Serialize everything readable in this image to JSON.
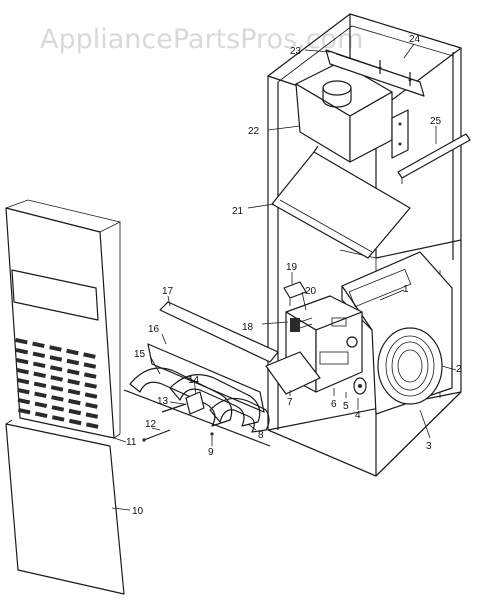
{
  "watermark": "AppliancePartsPros.com",
  "labels": {
    "l1": "1",
    "l2": "2",
    "l3": "3",
    "l4": "4",
    "l5": "5",
    "l6": "6",
    "l7": "7",
    "l8": "8",
    "l9": "9",
    "l10": "10",
    "l11": "11",
    "l12": "12",
    "l13": "13",
    "l14": "14",
    "l15": "15",
    "l16": "16",
    "l17": "17",
    "l18": "18",
    "l19": "19",
    "l20": "20",
    "l21": "21",
    "l22": "22",
    "l23": "23",
    "l24": "24",
    "l25": "25"
  }
}
